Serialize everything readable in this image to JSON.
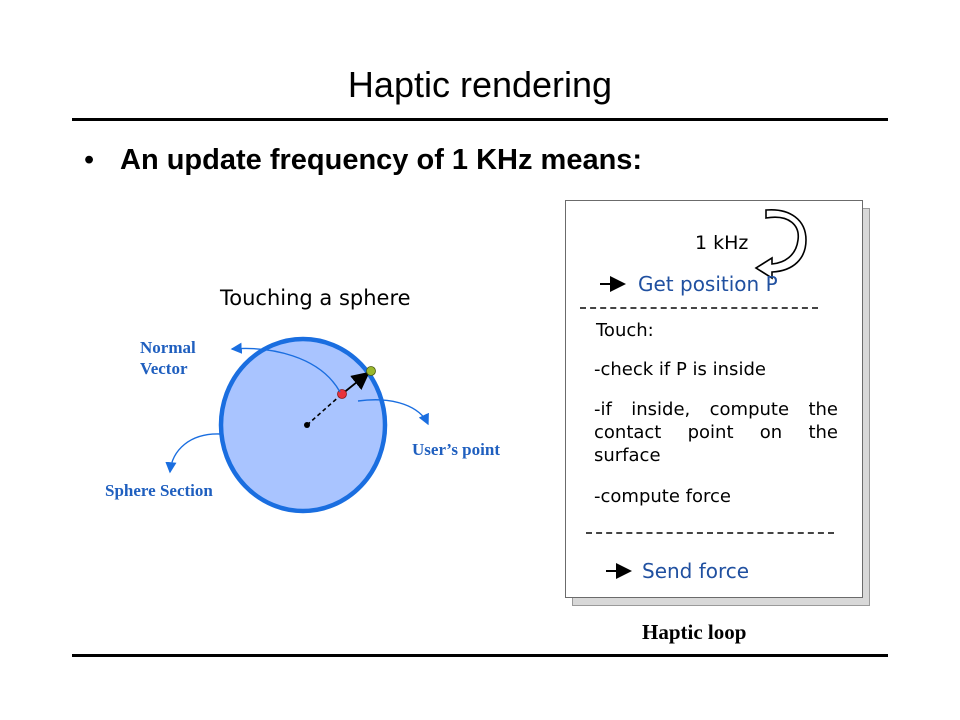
{
  "slide": {
    "title": "Haptic rendering",
    "bullet": "An update frequency of 1 KHz means:"
  },
  "sphere_diagram": {
    "title": "Touching a sphere",
    "normal_vector_line1": "Normal",
    "normal_vector_line2": "Vector",
    "users_point": "User’s point",
    "sphere_section": "Sphere Section",
    "colors": {
      "sphere_fill": "#a9c4ff",
      "sphere_stroke": "#1a6ee0",
      "arrow_blue": "#1a6ee0",
      "point_red": "#e8323c",
      "point_green": "#9ab82c"
    }
  },
  "haptic_loop": {
    "frequency": "1 kHz",
    "get_position": "Get position P",
    "touch_heading": "Touch:",
    "step_check": "-check if P is inside",
    "step_compute_contact": "-if inside, compute the contact point on the surface",
    "step_compute_force": "-compute force",
    "send_force": "Send force",
    "caption": "Haptic loop",
    "colors": {
      "accent_text": "#2050a0"
    }
  }
}
